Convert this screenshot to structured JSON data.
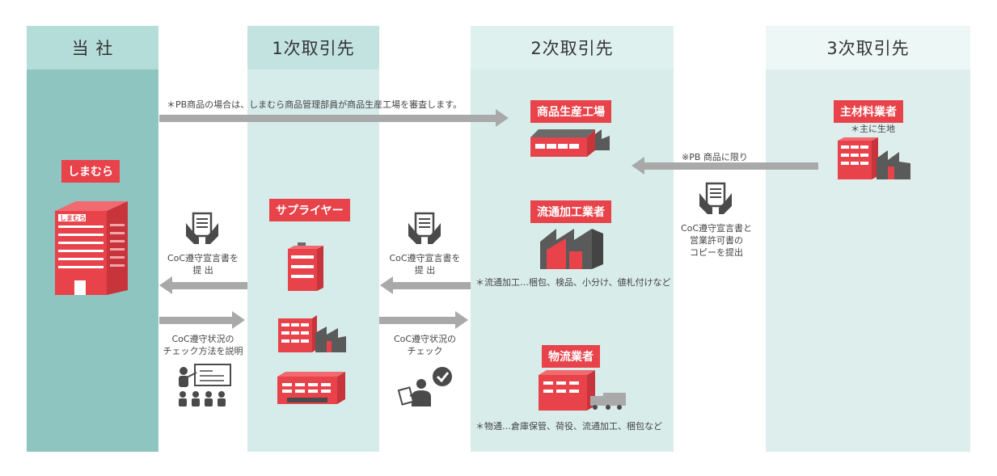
{
  "columns": {
    "company": "当 社",
    "tier1": "1次取引先",
    "tier2": "2次取引先",
    "tier3": "3次取引先"
  },
  "colors": {
    "company_head": "#b4dcd8",
    "company_body": "#8ec5c1",
    "tier1_head": "#c3e3e0",
    "tier1_body": "#d5ecea",
    "tier2_head": "#dff1ef",
    "tier2_body": "#d8ecea",
    "tier3_head": "#ecf7f6",
    "tier3_body": "#deeeed",
    "accent_red": "#e8424a",
    "arrow_gray": "#a9a9a9",
    "icon_dark": "#4a4a4a"
  },
  "top_arrow_note": "＊PB商品の場合は、しまむら商品管理部員が商品生産工場を審査します。",
  "company": {
    "name": "しまむら",
    "building_sign": "しまむら"
  },
  "left_exchange": {
    "doc_label_1": "CoC遵守宣言書を",
    "doc_label_2": "提 出",
    "explain_label_1": "CoC遵守状況の",
    "explain_label_2": "チェック方法を説明"
  },
  "tier1": {
    "name": "サプライヤー"
  },
  "mid_exchange": {
    "doc_label_1": "CoC遵守宣言書を",
    "doc_label_2": "提 出",
    "check_label_1": "CoC遵守状況の",
    "check_label_2": "チェック"
  },
  "tier2": {
    "factory": {
      "name": "商品生産工場"
    },
    "processor": {
      "name": "流通加工業者",
      "note": "＊流通加工…梱包、検品、小分け、値札付けなど"
    },
    "logistics": {
      "name": "物流業者",
      "note": "＊物通…倉庫保管、荷役、流通加工、梱包など"
    }
  },
  "right_exchange": {
    "arrow_note": "※PB 商品に限り",
    "doc_label_1": "CoC遵守宣言書と",
    "doc_label_2": "営業許可書の",
    "doc_label_3": "コピーを提出"
  },
  "tier3": {
    "name": "主材料業者",
    "note": "＊主に生地"
  }
}
